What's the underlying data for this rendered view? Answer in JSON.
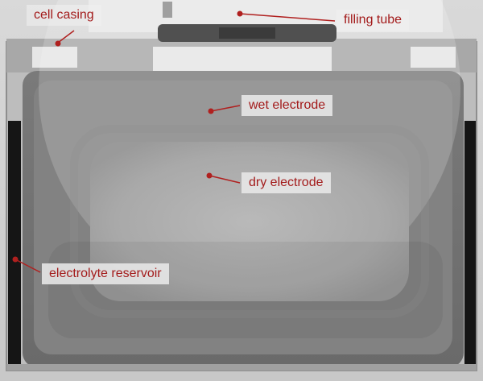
{
  "image": {
    "kind": "x-ray radiograph of a battery cell",
    "colors": {
      "label_text": "#a31b1b",
      "marker_dot": "#b0201f",
      "leader_line": "#b0201f"
    }
  },
  "labels": {
    "cell_casing": "cell casing",
    "filling_tube": "filling tube",
    "wet_electrode": "wet electrode",
    "dry_electrode": "dry electrode",
    "electrolyte_reservoir": "electrolyte reservoir"
  }
}
